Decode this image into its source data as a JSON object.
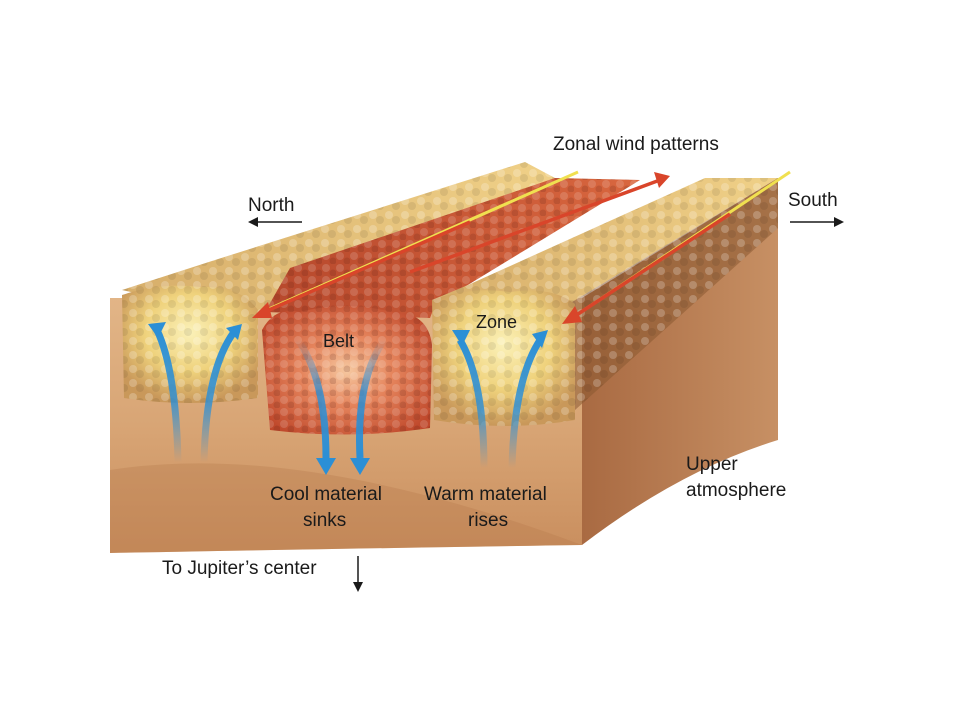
{
  "labels": {
    "zonal_wind": "Zonal wind patterns",
    "north": "North",
    "south": "South",
    "belt": "Belt",
    "zone": "Zone",
    "cool_line1": "Cool material",
    "cool_line2": "sinks",
    "warm_line1": "Warm material",
    "warm_line2": "rises",
    "upper_line1": "Upper",
    "upper_line2": "atmosphere",
    "center": "To Jupiter’s center"
  },
  "colors": {
    "block_front": "#d9a776",
    "block_side": "#bb7f52",
    "zone_cloud": "#e9c66a",
    "belt_cloud": "#c95a36",
    "rising_arrow": "#2b8fd6",
    "wind_red": "#d9452a",
    "wind_yellow": "#f0e050"
  }
}
